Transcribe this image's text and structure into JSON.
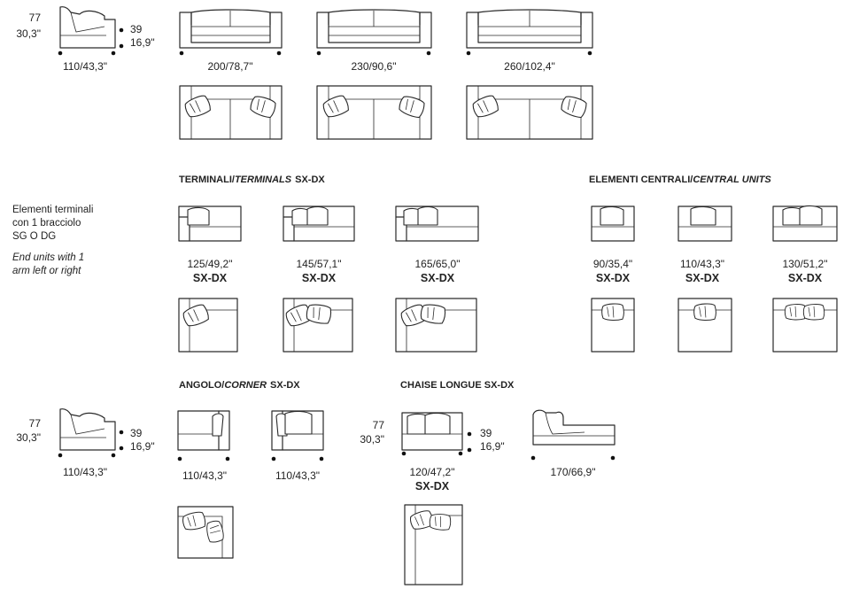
{
  "height_cm": "77",
  "height_in": "30,3\"",
  "seat_cm": "39",
  "seat_in": "16,9\"",
  "depth_label": "110/43,3\"",
  "sofas": [
    {
      "width": "200/78,7\""
    },
    {
      "width": "230/90,6\""
    },
    {
      "width": "260/102,4\""
    }
  ],
  "terminals": {
    "heading_plain": "TERMINALI/",
    "heading_italic": "TERMINALS",
    "heading_suffix": "SX-DX",
    "units": [
      {
        "width": "125/49,2\"",
        "code": "SX-DX"
      },
      {
        "width": "145/57,1\"",
        "code": "SX-DX"
      },
      {
        "width": "165/65,0\"",
        "code": "SX-DX"
      }
    ]
  },
  "central": {
    "heading_plain": "ELEMENTI CENTRALI/",
    "heading_italic": "CENTRAL UNITS",
    "units": [
      {
        "width": "90/35,4\"",
        "code": "SX-DX"
      },
      {
        "width": "110/43,3\"",
        "code": "SX-DX"
      },
      {
        "width": "130/51,2\"",
        "code": "SX-DX"
      }
    ]
  },
  "note": {
    "it_lines": [
      "Elementi  terminali",
      "con 1 bracciolo",
      "SG O DG"
    ],
    "en_lines": [
      "End units with 1",
      "arm left or right"
    ]
  },
  "corner": {
    "heading_plain": "ANGOLO/",
    "heading_italic": "CORNER",
    "heading_suffix": "SX-DX",
    "widths": [
      "110/43,3\"",
      "110/43,3\""
    ]
  },
  "chaise": {
    "heading": "CHAISE LONGUE SX-DX",
    "width": "120/47,2\"",
    "code": "SX-DX",
    "length": "170/66,9\""
  }
}
